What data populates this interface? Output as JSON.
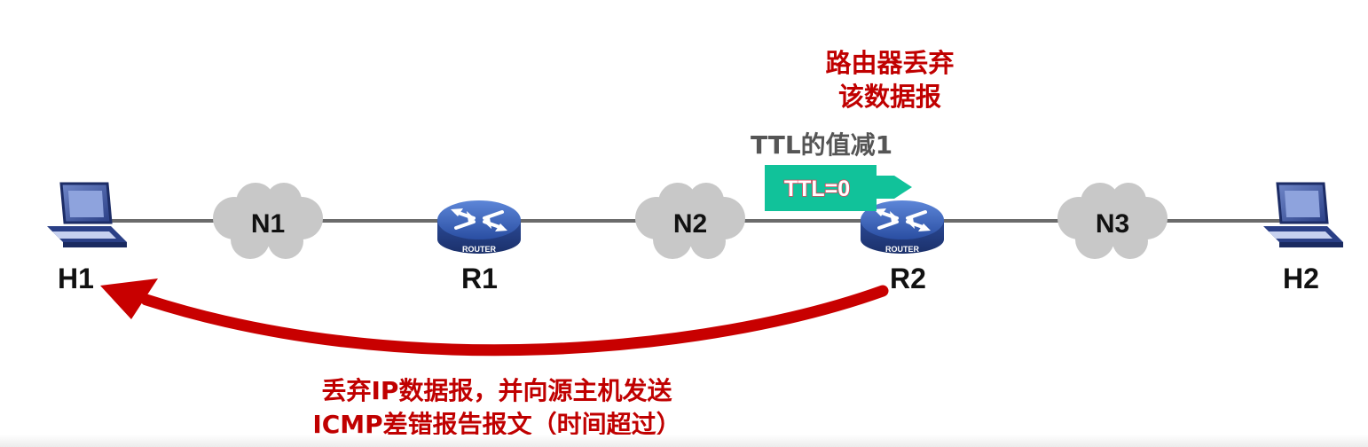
{
  "nodes": {
    "h1": "H1",
    "h2": "H2",
    "r1": "R1",
    "r2": "R2",
    "n1": "N1",
    "n2": "N2",
    "n3": "N3",
    "router_badge": "ROUTER"
  },
  "packet": {
    "label": "TTL=0",
    "color": "#11c29a"
  },
  "annotations": {
    "discard_line1": "路由器丢弃",
    "discard_line2": "该数据报",
    "ttl_decrement": "TTL的值减1",
    "icmp_line1": "丢弃IP数据报，并向源主机发送",
    "icmp_line2": "ICMP差错报告报文（时间超过）"
  },
  "colors": {
    "arrow": "#c80000",
    "link": "#6b6b6b",
    "cloud": "#c8c8c8",
    "router": "#2d4fa0",
    "annotation_red": "#c00000"
  }
}
